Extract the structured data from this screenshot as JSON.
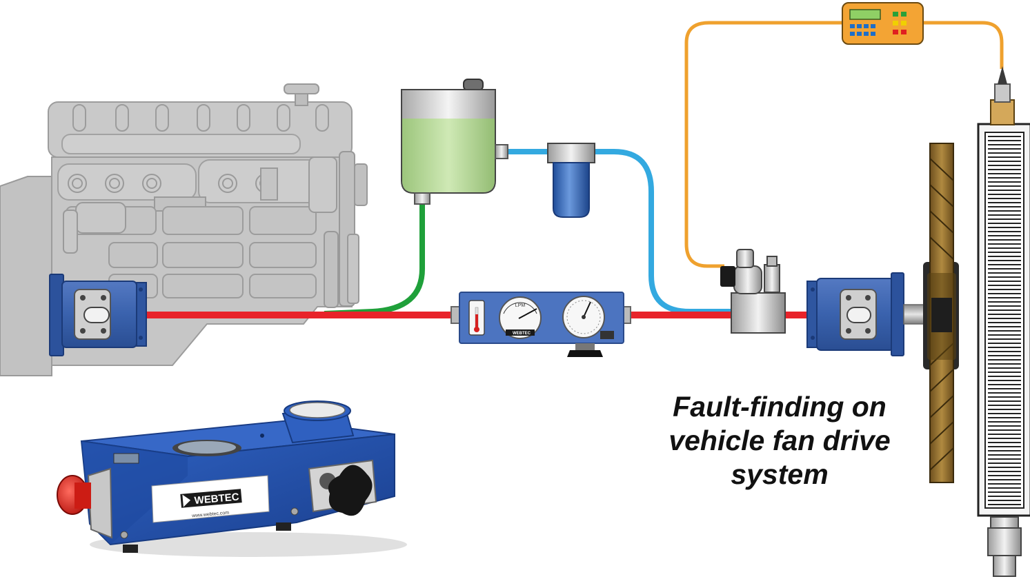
{
  "caption": {
    "lines": [
      "Fault-finding on",
      "vehicle fan drive",
      "system"
    ]
  },
  "tester_gauge": {
    "flow_unit": "LPM",
    "brand": "WEBTEC"
  },
  "product_photo": {
    "brand": "WEBTEC",
    "website": "www.webtec.com"
  },
  "colors": {
    "pressure_line": "#e8232a",
    "suction_line": "#1fa03a",
    "return_line": "#33a9e0",
    "signal_cable": "#efa12e",
    "pump_blue": "#3a62ad",
    "engine_grey": "#bdbdbd",
    "oil_green": "#b7d99a",
    "fan_brown": "#8b6a2b"
  },
  "icons": [
    "engine",
    "hydraulic-pump",
    "reservoir-tank",
    "filter",
    "flow-tester",
    "solenoid-valve",
    "hydraulic-motor",
    "cooling-fan",
    "radiator",
    "controller",
    "temperature-gauge",
    "flow-meter-dial",
    "pressure-dial",
    "loading-valve-knob"
  ]
}
